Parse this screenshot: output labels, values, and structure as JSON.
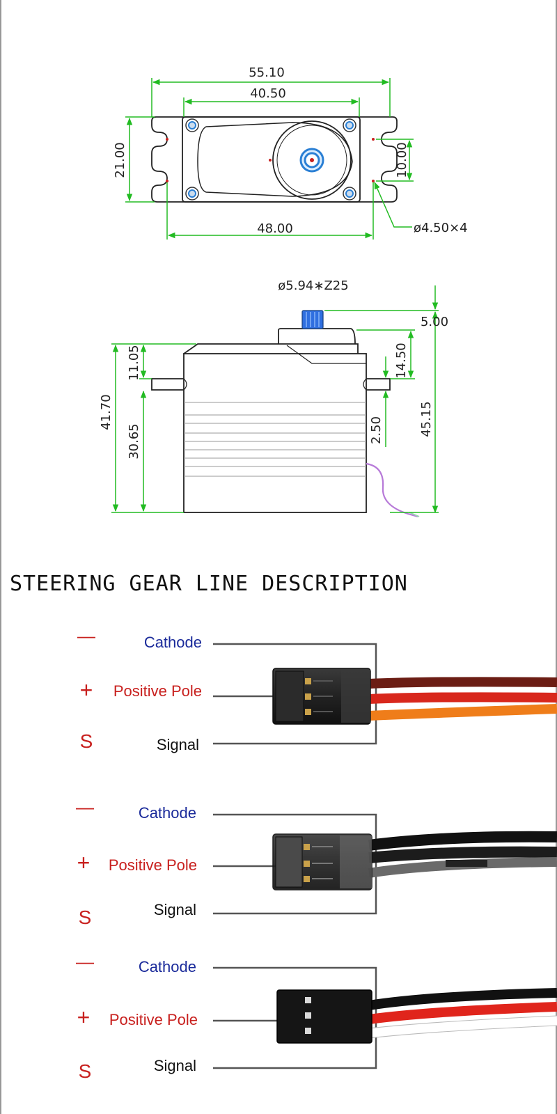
{
  "top_view": {
    "overall_width": "55.10",
    "body_width": "40.50",
    "height": "21.00",
    "slot_spacing": "10.00",
    "hole_spacing": "48.00",
    "hole_callout": "ø4.50×4"
  },
  "side_view": {
    "spline": "ø5.94∗Z25",
    "spline_height": "5.00",
    "top_to_flange": "11.05",
    "overall_height": "41.70",
    "body_height": "30.65",
    "cap_height": "14.50",
    "flange_thickness": "2.50",
    "total_height": "45.15"
  },
  "section_title": "STEERING GEAR LINE DESCRIPTION",
  "connectors": [
    {
      "minus_symbol": "—",
      "plus_symbol": "+",
      "signal_symbol": "S",
      "cathode": "Cathode",
      "positive": "Positive Pole",
      "signal": "Signal",
      "wire_colors": [
        "#6b1d14",
        "#d8271c",
        "#ef7d1a"
      ]
    },
    {
      "minus_symbol": "—",
      "plus_symbol": "+",
      "signal_symbol": "S",
      "cathode": "Cathode",
      "positive": "Positive Pole",
      "signal": "Signal",
      "wire_colors": [
        "#111111",
        "#1c1c1c",
        "#6a6a6a"
      ]
    },
    {
      "minus_symbol": "—",
      "plus_symbol": "+",
      "signal_symbol": "S",
      "cathode": "Cathode",
      "positive": "Positive Pole",
      "signal": "Signal",
      "wire_colors": [
        "#111111",
        "#e0251c",
        "#ffffff"
      ]
    }
  ],
  "colors": {
    "dimension_line": "#22bb22",
    "label_blue": "#1a2a9a",
    "label_red": "#c8201e",
    "horn_blue": "#2a7fd4",
    "spline_blue": "#2f6fe0",
    "wire_purple": "#b77ad8"
  }
}
